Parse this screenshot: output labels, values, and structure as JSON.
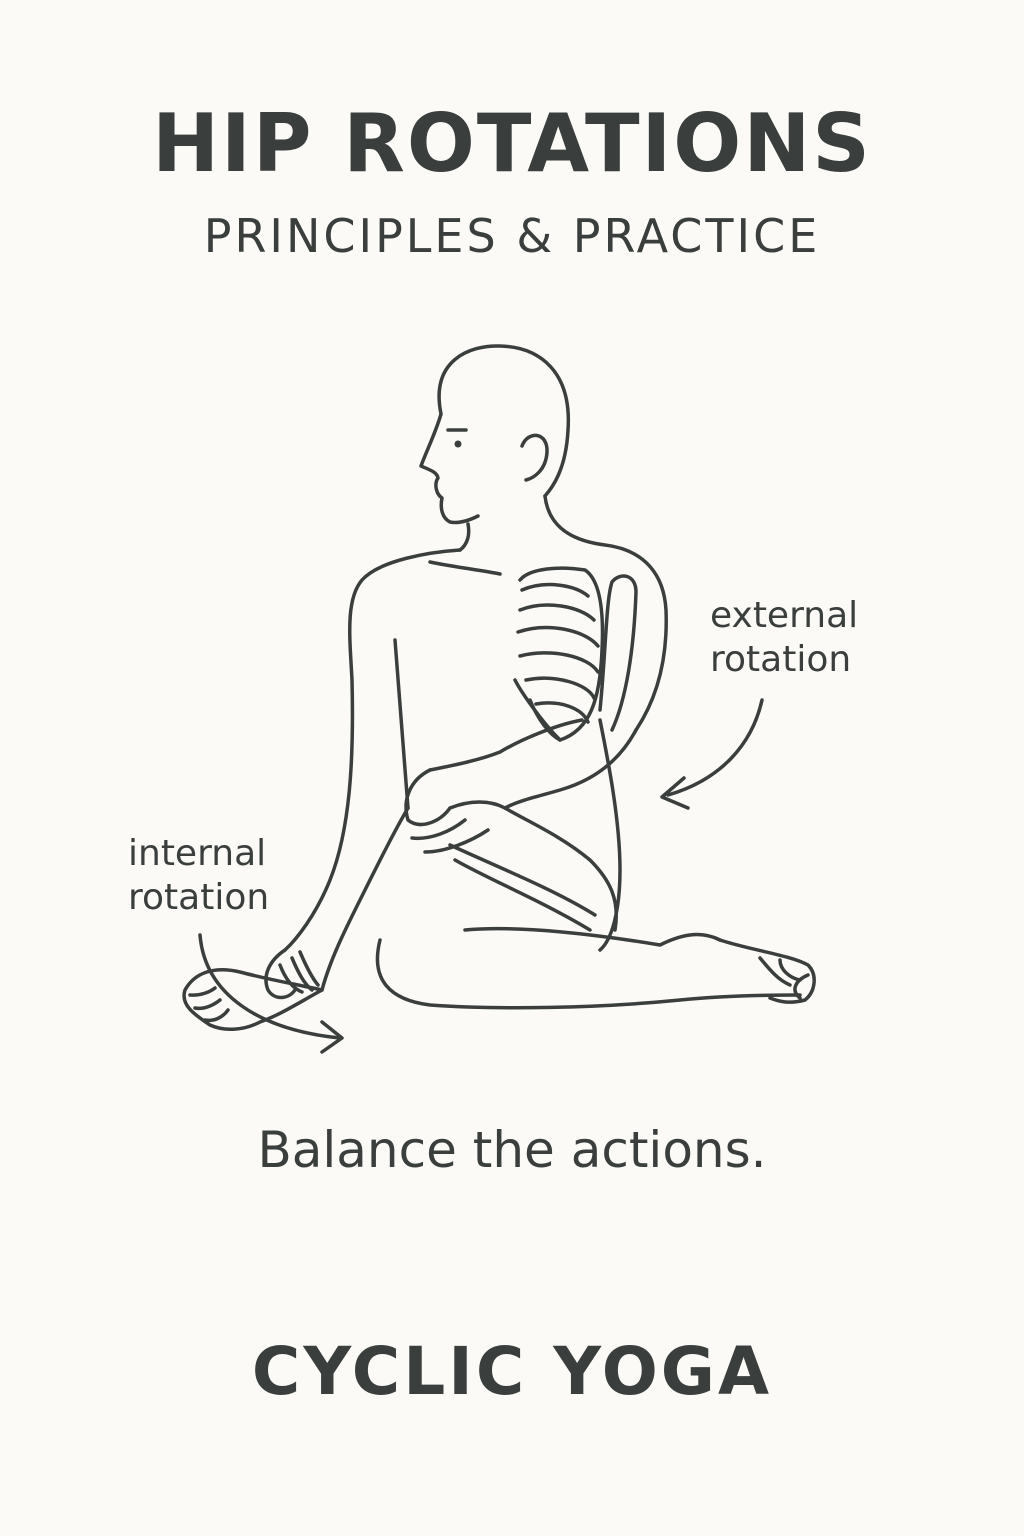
{
  "header": {
    "title": "HIP ROTATIONS",
    "subtitle": "PRINCIPLES & PRACTICE"
  },
  "illustration": {
    "labels": {
      "external": "external\nrotation",
      "internal": "internal\nrotation"
    },
    "line_color": "#3a3f3e"
  },
  "tagline": "Balance the actions.",
  "footer": {
    "brand": "CYCLIC YOGA"
  },
  "colors": {
    "background": "#fbfaf6",
    "ink": "#3a3f3e"
  }
}
